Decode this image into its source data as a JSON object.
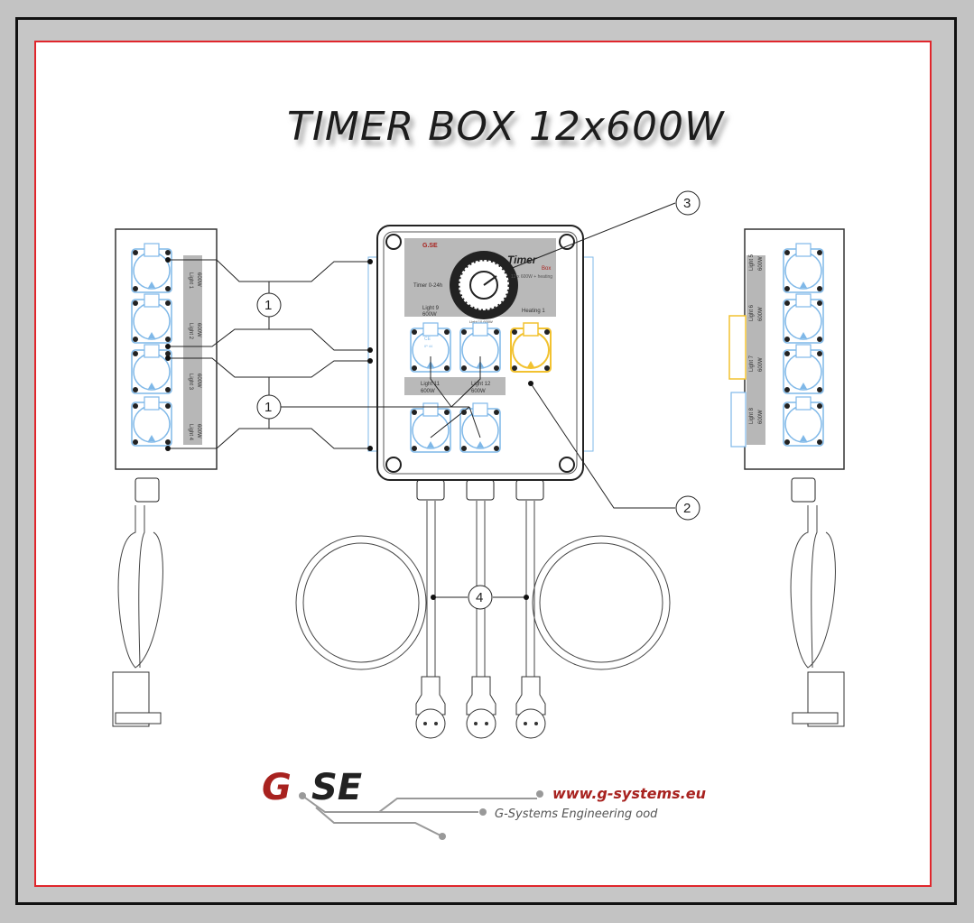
{
  "title": "TIMER BOX 12x600W",
  "colors": {
    "frame_border": "#111111",
    "sheet_border": "#e0262c",
    "socket_blue": "#7fb8e8",
    "socket_yellow": "#f2c230",
    "logo_red": "#a8221f",
    "logo_dark": "#222222"
  },
  "callouts": [
    "1",
    "1",
    "2",
    "3",
    "4"
  ],
  "center_box": {
    "panel_logo": "G.SE",
    "brand": "Timer",
    "brand_sub": "Box",
    "spec": "12 x 600W + heating",
    "timer_label": "Timer 0-24h",
    "sockets": [
      {
        "label": "Light 9",
        "power": "600W"
      },
      {
        "label": "Light 10 600W",
        "power": ""
      },
      {
        "label": "Heating 1",
        "power": ""
      },
      {
        "label": "Light 11",
        "power": "600W"
      },
      {
        "label": "Light 12",
        "power": "600W"
      }
    ],
    "socket_marks": {
      "ce": "CE",
      "ip": "IP 44"
    }
  },
  "left_box": {
    "sockets": [
      {
        "label": "Light 1",
        "power": "600W"
      },
      {
        "label": "Light 2",
        "power": "600W"
      },
      {
        "label": "Light 3",
        "power": "600W"
      },
      {
        "label": "Light 4",
        "power": "600W"
      }
    ]
  },
  "right_box": {
    "sockets": [
      {
        "label": "Light 5",
        "power": "600W"
      },
      {
        "label": "Light 6",
        "power": "600W"
      },
      {
        "label": "Light 7",
        "power": "600W"
      },
      {
        "label": "Light 8",
        "power": "600W"
      }
    ]
  },
  "footer": {
    "logo_g": "G",
    "logo_se": "SE",
    "url": "www.g-systems.eu",
    "company": "G-Systems Engineering ood"
  }
}
